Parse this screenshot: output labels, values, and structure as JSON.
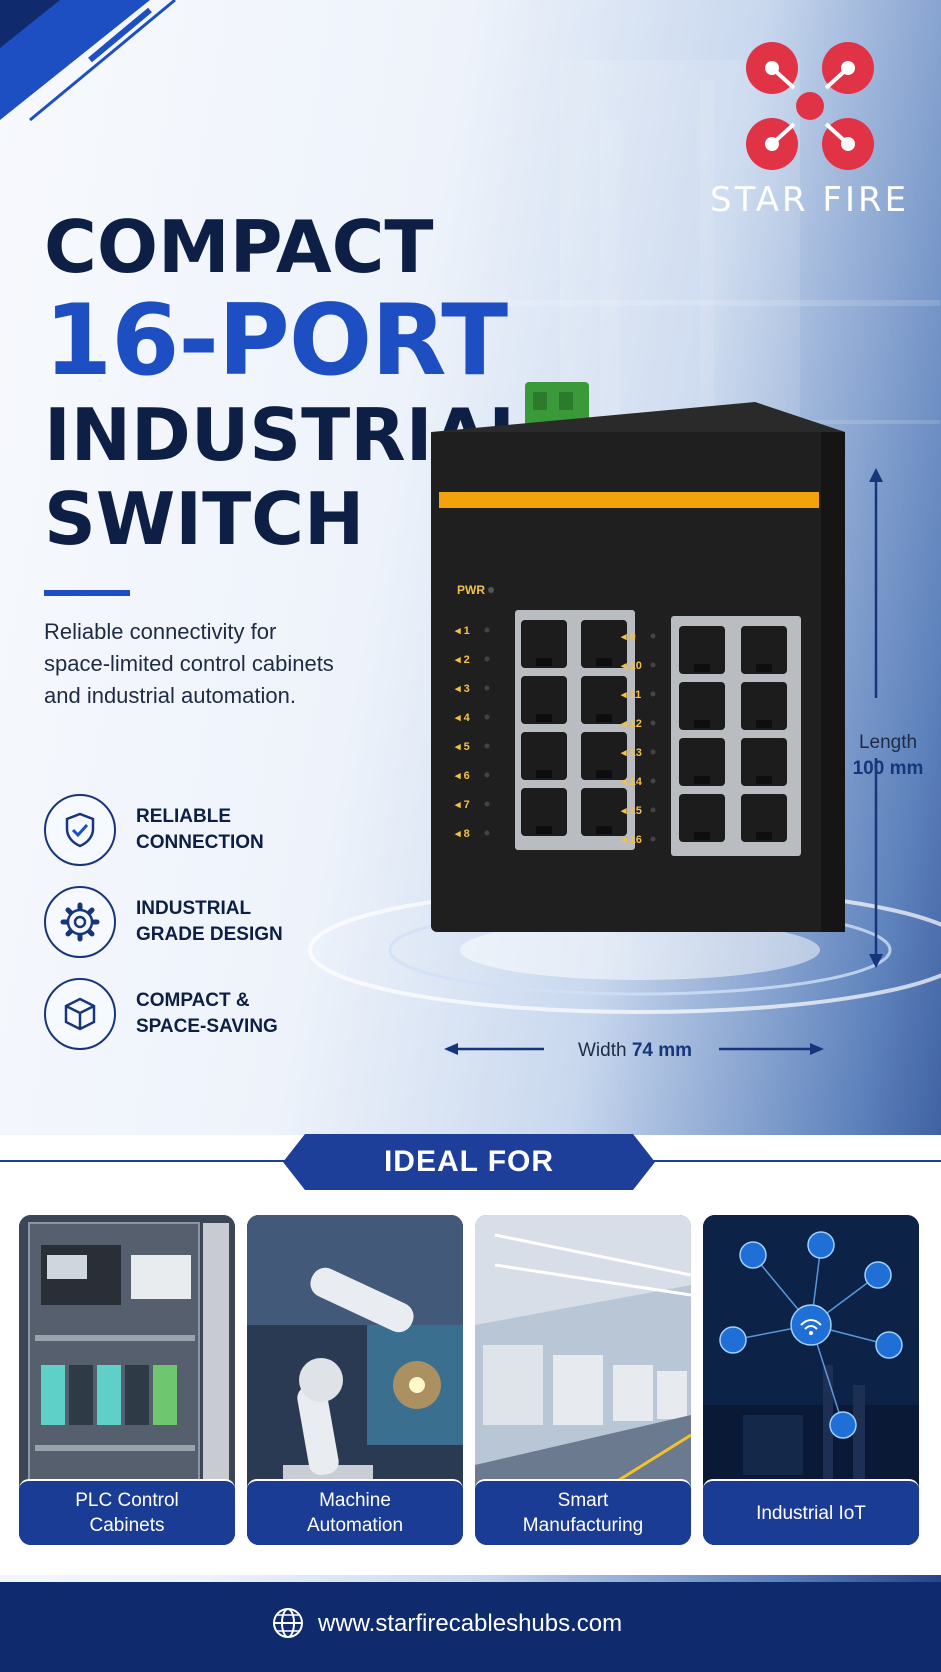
{
  "brand": {
    "name": "STAR FIRE",
    "accent": "#e03346",
    "primary": "#1d4ec2",
    "navy": "#0d1f45",
    "stripe": "#f2a20a"
  },
  "heading": {
    "line1": "COMPACT",
    "line2": "16-PORT",
    "line3": "INDUSTRIAL",
    "line4": "SWITCH"
  },
  "tagline": "Reliable connectivity for space-limited control cabinets and industrial automation.",
  "features": [
    {
      "icon": "shield-check-icon",
      "line1": "RELIABLE",
      "line2": "CONNECTION"
    },
    {
      "icon": "gear-icon",
      "line1": "INDUSTRIAL",
      "line2": "GRADE DESIGN"
    },
    {
      "icon": "cube-icon",
      "line1": "COMPACT &",
      "line2": "SPACE-SAVING"
    }
  ],
  "device": {
    "pwr_label": "PWR",
    "left_port_labels": [
      "1",
      "2",
      "3",
      "4",
      "5",
      "6",
      "7",
      "8"
    ],
    "right_port_labels": [
      "9",
      "10",
      "11",
      "12",
      "13",
      "14",
      "15",
      "16"
    ]
  },
  "dimensions": {
    "length_label": "Length",
    "length_value": "100 mm",
    "width_label": "Width",
    "width_value": "74 mm"
  },
  "ideal": {
    "title": "IDEAL FOR",
    "cards": [
      {
        "line1": "PLC Control",
        "line2": "Cabinets"
      },
      {
        "line1": "Machine",
        "line2": "Automation"
      },
      {
        "line1": "Smart",
        "line2": "Manufacturing"
      },
      {
        "line1": "Industrial IoT",
        "line2": ""
      }
    ]
  },
  "footer": {
    "url": "www.starfirecableshubs.com",
    "icon": "globe-icon"
  }
}
